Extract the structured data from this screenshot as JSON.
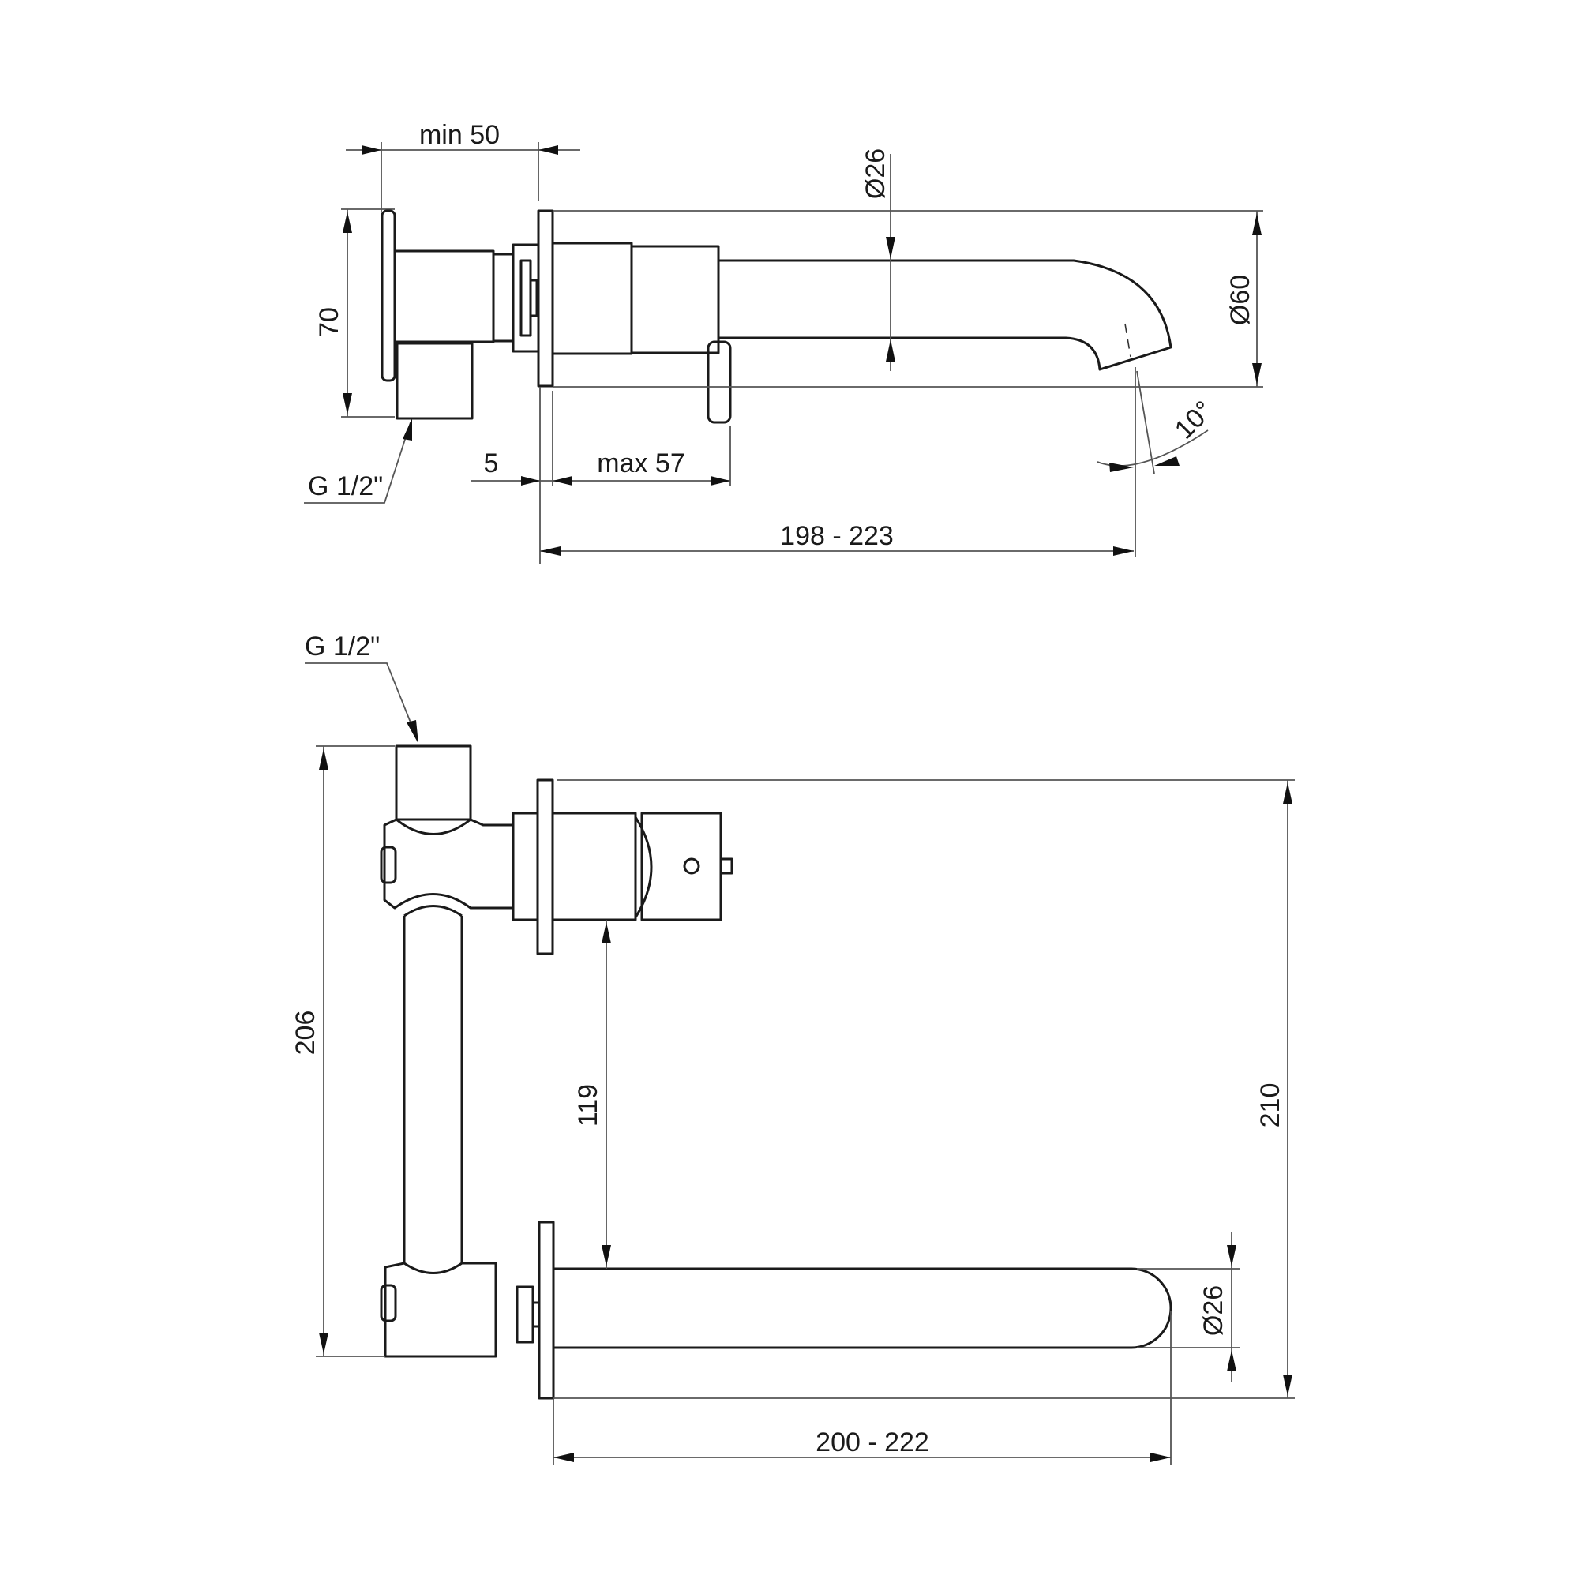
{
  "drawing": {
    "title": "Wall-mounted basin mixer technical drawing",
    "views": [
      {
        "name": "side-view",
        "dimensions": {
          "min_depth": "min 50",
          "height_left": "70",
          "spout_diameter": "Ø26",
          "rosette_diameter": "Ø60",
          "angle": "10°",
          "rosette_gap": "5",
          "lever_depth": "max 57",
          "spout_reach": "198 - 223",
          "inlet_thread": "G 1/2\""
        }
      },
      {
        "name": "front-view",
        "dimensions": {
          "inlet_thread": "G 1/2\"",
          "body_height": "206",
          "lever_to_spout": "119",
          "overall_height": "210",
          "spout_diameter": "Ø26",
          "spout_reach": "200 - 222"
        }
      }
    ]
  }
}
